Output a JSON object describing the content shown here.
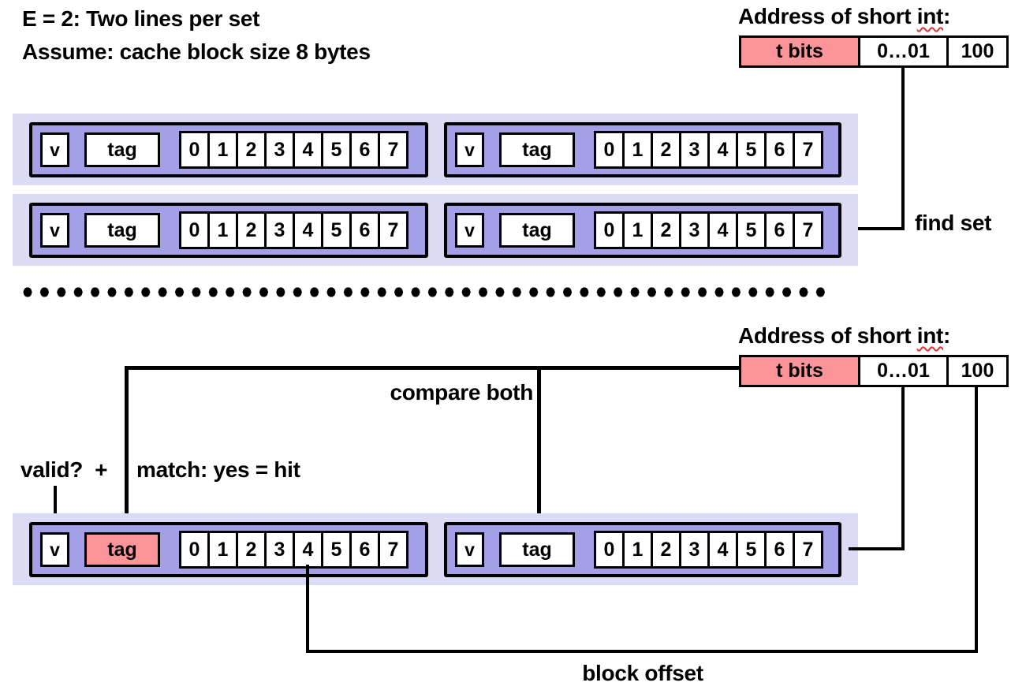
{
  "title": {
    "line1": "E = 2: Two lines per set",
    "line2": "Assume: cache block size 8 bytes"
  },
  "address_top": {
    "label_prefix": "Address of short ",
    "label_word": "int",
    "label_suffix": ":",
    "segments": [
      {
        "text": "t bits",
        "highlight": true
      },
      {
        "text": "0…01",
        "highlight": false
      },
      {
        "text": "100",
        "highlight": false
      }
    ]
  },
  "address_bottom": {
    "label_prefix": "Address of short ",
    "label_word": "int",
    "label_suffix": ":",
    "segments": [
      {
        "text": "t bits",
        "highlight": true
      },
      {
        "text": "0…01",
        "highlight": false
      },
      {
        "text": "100",
        "highlight": false
      }
    ]
  },
  "cache": {
    "valid_label": "v",
    "tag_label": "tag",
    "byte_labels": [
      "0",
      "1",
      "2",
      "3",
      "4",
      "5",
      "6",
      "7"
    ]
  },
  "labels": {
    "find_set": "find set",
    "compare_both": "compare both",
    "valid_plus": "valid?  +",
    "match": "match: yes = hit",
    "block_offset": "block offset"
  },
  "colors": {
    "row_bg": "#dcdbf5",
    "box_fill": "#a3a0e8",
    "highlight_pink": "#fc9599",
    "line_color": "#000000",
    "squiggle_red": "#e03030"
  }
}
